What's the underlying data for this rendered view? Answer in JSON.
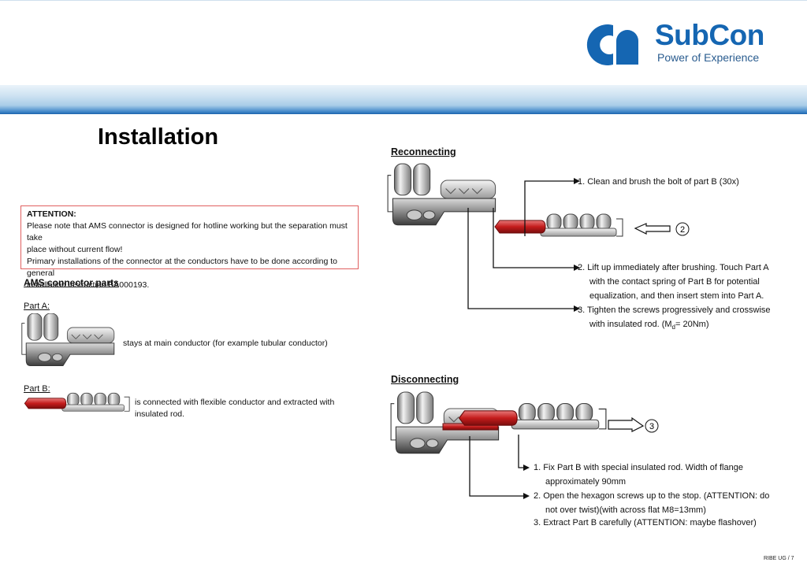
{
  "brand": {
    "name": "SubCon",
    "tagline": "Power of Experience",
    "colors": {
      "primary": "#1566b2",
      "band_dark": "#1d63ad"
    }
  },
  "title": "Installation",
  "attention": {
    "heading": "ATTENTION:",
    "line1": "Please note that AMS connector is designed for hotline working but the separation must take",
    "line2": "place without current flow!",
    "line3": "Primary installations of the connector at the conductors have to be done according to general",
    "line4": "installation instruction BA000193."
  },
  "parts": {
    "heading": "AMS connector parts",
    "part_a": {
      "label": "Part A:",
      "desc": "stays at main conductor (for example tubular conductor)"
    },
    "part_b": {
      "label": "Part B:",
      "desc": "is connected with flexible conductor and extracted with insulated rod."
    }
  },
  "reconnecting": {
    "heading": "Reconnecting",
    "step1": "1. Clean and brush the bolt of part B (30x)",
    "step2a": "2. Lift up immediately after brushing. Touch Part A",
    "step2b": "with the contact spring of Part B for potential",
    "step2c": "equalization, and then insert stem into Part A.",
    "step3a": "3. Tighten the screws progressively and crosswise",
    "step3b_pre": "with insulated rod. (M",
    "step3b_sub": "d",
    "step3b_post": "= 20Nm)",
    "marker": "2"
  },
  "disconnecting": {
    "heading": "Disconnecting",
    "step1a": "1. Fix Part B with special insulated rod. Width of flange",
    "step1b": "approximately 90mm",
    "step2a": "2. Open the hexagon screws up to the stop. (ATTENTION: do",
    "step2b": "not over twist)(with across flat M8=13mm)",
    "step3": "3. Extract Part B carefully (ATTENTION: maybe flashover)",
    "marker": "3"
  },
  "page_number": "RIBE UG / 7",
  "icons": [
    "subcon-logo-icon",
    "connector-part-a-icon",
    "connector-part-b-icon",
    "arrow-left-icon",
    "arrow-right-icon"
  ]
}
